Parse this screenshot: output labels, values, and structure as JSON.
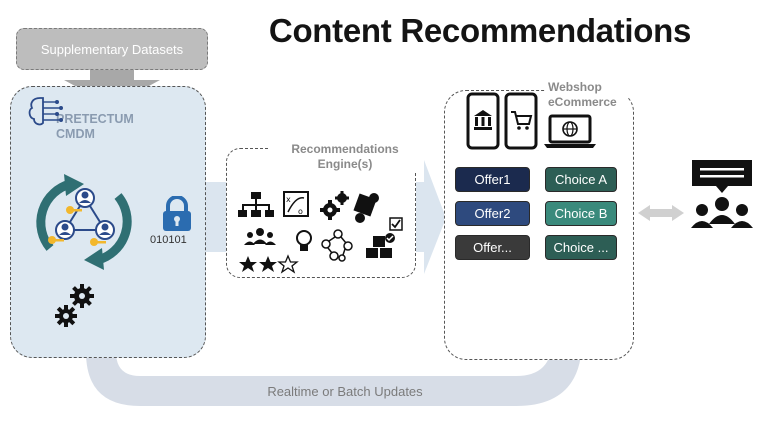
{
  "title": "Content Recommendations",
  "supplementary": "Supplementary Datasets",
  "cmdm": {
    "line1": "PRETECTUM",
    "line2": "CMDM"
  },
  "lock_code": "010101",
  "engine": {
    "line1": "Recommendations",
    "line2": "Engine(s)"
  },
  "webshop": {
    "line1": "Webshop",
    "line2": "eCommerce"
  },
  "offers": [
    {
      "label": "Offer1",
      "color": "#1b2a4e"
    },
    {
      "label": "Offer2",
      "color": "#2e4a7e"
    },
    {
      "label": "Offer...",
      "color": "#3a3a3a"
    }
  ],
  "choices": [
    {
      "label": "Choice A",
      "color": "#2d5e55"
    },
    {
      "label": "Choice B",
      "color": "#3a8a7c"
    },
    {
      "label": "Choice ...",
      "color": "#2d5e55"
    }
  ],
  "updates": "Realtime or Batch Updates",
  "icons": [
    "brain-icon",
    "cycle-users-icon",
    "key-icon",
    "lock-icon",
    "gears-icon",
    "hierarchy-icon",
    "strategy-icon",
    "gear-icon",
    "puzzle-icon",
    "checkbox-icon",
    "group-icon",
    "lightbulb-icon",
    "network-icon",
    "stars-icon",
    "boxes-icon",
    "bank-phone-icon",
    "cart-phone-icon",
    "laptop-globe-icon",
    "chat-audience-icon",
    "double-arrow-icon"
  ]
}
